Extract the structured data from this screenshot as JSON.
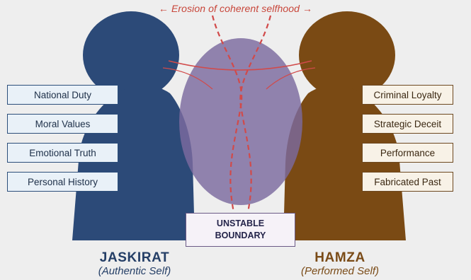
{
  "diagram": {
    "title": "← Erosion of coherent selfhood →",
    "left_figure": {
      "name": "JASKIRAT",
      "subtitle": "(Authentic Self)",
      "color": "#2c4a78",
      "attributes": [
        "National Duty",
        "Moral Values",
        "Emotional Truth",
        "Personal History"
      ]
    },
    "right_figure": {
      "name": "HAMZA",
      "subtitle": "(Performed Self)",
      "color": "#7a4a14",
      "attributes": [
        "Criminal Loyalty",
        "Strategic Deceit",
        "Performance",
        "Fabricated Past"
      ]
    },
    "overlap": {
      "line1": "UNSTABLE",
      "line2": "BOUNDARY",
      "color": "#7b6a9f"
    },
    "accent_color": "#d14a4a"
  }
}
